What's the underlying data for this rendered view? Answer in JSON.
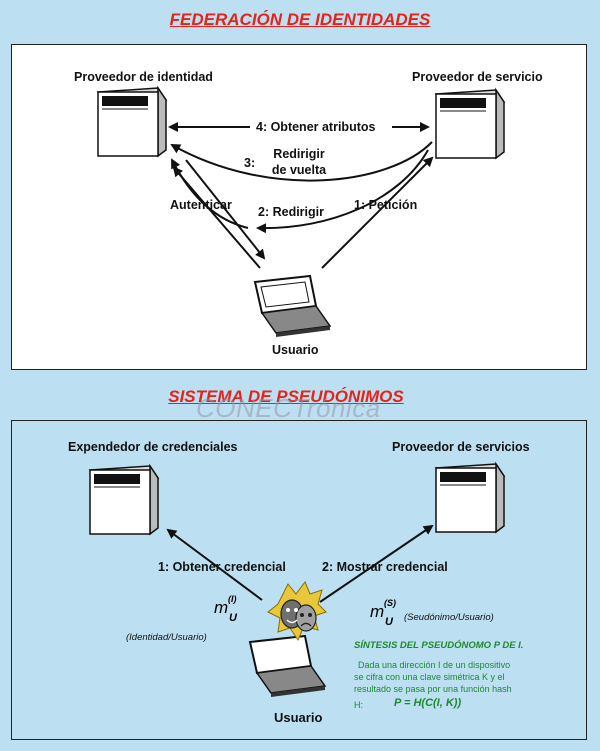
{
  "federation": {
    "title": "FEDERACIÓN DE IDENTIDADES",
    "identity_provider": "Proveedor de identidad",
    "service_provider": "Proveedor de servicio",
    "step4": "4: Obtener atributos",
    "step3_line1": "Redirigir",
    "step3_prefix": "3:",
    "step3_line2": "de vuelta",
    "authenticate": "Autenticar",
    "step2": "2: Redirigir",
    "step1": "1: Petición",
    "user": "Usuario"
  },
  "pseudonyms": {
    "title": "SISTEMA DE PSEUDÓNIMOS",
    "watermark": "CONECTrónica",
    "credential_issuer": "Expendedor de credenciales",
    "service_providers": "Proveedor de servicios",
    "step1": "1: Obtener credencial",
    "step2": "2: Mostrar credencial",
    "m_identity_sup": "(I)",
    "m_identity_sub": "U",
    "m_identity_desc": "(Identidad/Usuario)",
    "m_pseudonym_sup": "(S)",
    "m_pseudonym_sub": "U",
    "m_pseudonym_desc": "(Seudónimo/Usuario)",
    "synthesis_title": "SÍNTESIS DEL PSEUDÓNOMO P DE I.",
    "synthesis_line1": "Dada una dirección I de un dispositivo",
    "synthesis_line2": "se cifra con una clave simétrica K y el",
    "synthesis_line3": "resultado se pasa por una función hash",
    "synthesis_line4_label": "H:",
    "synthesis_formula": "P = H(C(I, K))",
    "user": "Usuario"
  },
  "colors": {
    "title_red": "#e4231b",
    "green_text": "#1c8a2e",
    "background": "#bcdff2"
  }
}
